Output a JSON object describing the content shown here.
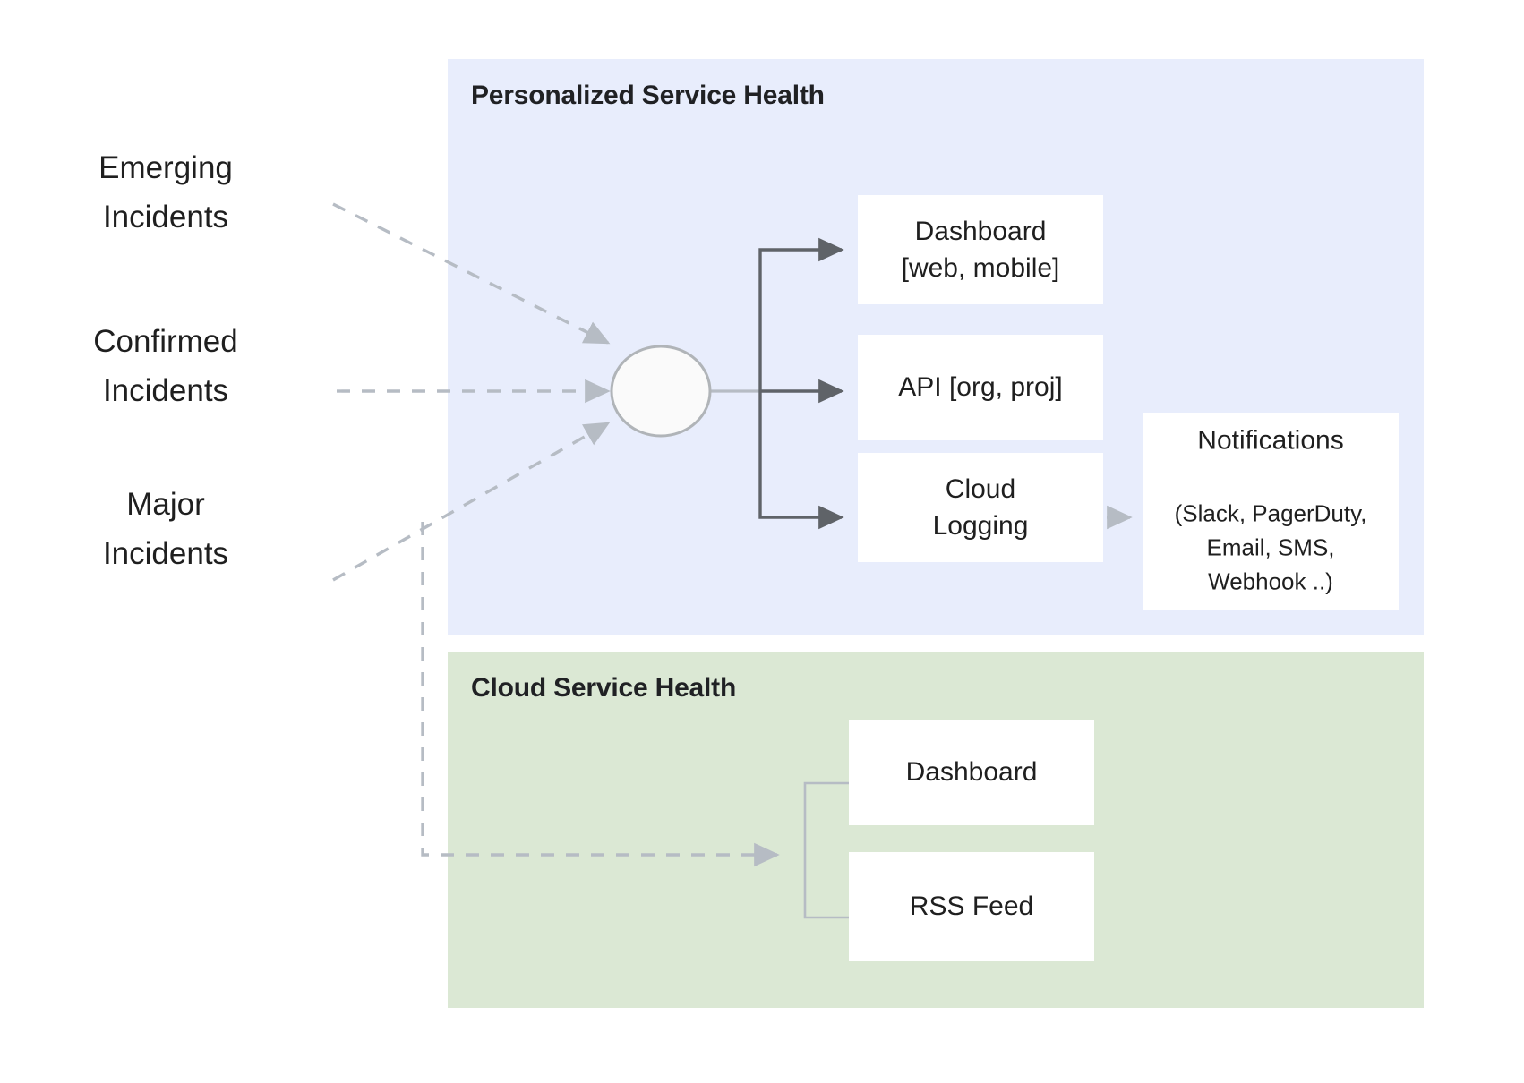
{
  "diagram": {
    "title_hidden": "",
    "sources": [
      {
        "id": "emerging",
        "label": "Emerging\nIncidents"
      },
      {
        "id": "confirmed",
        "label": "Confirmed\nIncidents"
      },
      {
        "id": "major",
        "label": "Major\nIncidents"
      }
    ],
    "panels": {
      "personalized": {
        "title": "Personalized Service Health",
        "color": "#e8edfc",
        "nodes": [
          {
            "id": "dashboard-web",
            "label": "Dashboard\n[web, mobile]"
          },
          {
            "id": "api",
            "label": "API [org, proj]"
          },
          {
            "id": "cloud-logging",
            "label": "Cloud\nLogging"
          },
          {
            "id": "notifications",
            "label": "Notifications",
            "sublabel": "(Slack, PagerDuty,\nEmail, SMS,\nWebhook ..)"
          }
        ]
      },
      "cloud": {
        "title": "Cloud Service Health",
        "color": "#dbe8d4",
        "nodes": [
          {
            "id": "dashboard",
            "label": "Dashboard"
          },
          {
            "id": "rss-feed",
            "label": "RSS Feed"
          }
        ]
      }
    },
    "hub": {
      "id": "aggregation-node",
      "label": ""
    },
    "edges": [
      {
        "from": "emerging",
        "to": "aggregation-node",
        "style": "dashed"
      },
      {
        "from": "confirmed",
        "to": "aggregation-node",
        "style": "dashed"
      },
      {
        "from": "major",
        "to": "aggregation-node",
        "style": "dashed"
      },
      {
        "from": "major",
        "to": "cloud-branch",
        "style": "dashed"
      },
      {
        "from": "aggregation-node",
        "to": "dashboard-web",
        "style": "solid"
      },
      {
        "from": "aggregation-node",
        "to": "api",
        "style": "solid"
      },
      {
        "from": "aggregation-node",
        "to": "cloud-logging",
        "style": "solid"
      },
      {
        "from": "cloud-logging",
        "to": "notifications",
        "style": "solid-light"
      },
      {
        "from": "cloud-branch",
        "to": "dashboard",
        "style": "solid-light"
      },
      {
        "from": "cloud-branch",
        "to": "rss-feed",
        "style": "solid-light"
      }
    ],
    "colors": {
      "panel_personalized": "#e8edfc",
      "panel_cloud": "#dbe8d4",
      "node_fill": "#ffffff",
      "text": "#1f1f1f",
      "edge_solid": "#5f6368",
      "edge_dashed": "#b6bcc4",
      "edge_light": "#b6bcc4",
      "hub_stroke": "#b0b4b8",
      "hub_fill": "#fafafa"
    }
  }
}
